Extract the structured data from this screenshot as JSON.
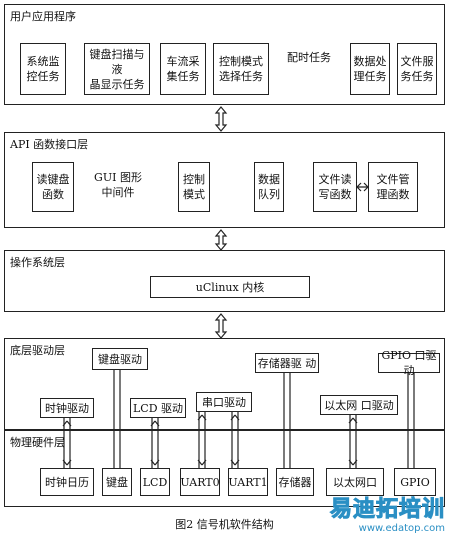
{
  "layers": {
    "user": "用户应用程序",
    "api": "API 函数接口层",
    "os": "操作系统层",
    "driver": "底层驱动层",
    "hardware": "物理硬件层"
  },
  "user_tasks": [
    "系统监\n控任务",
    "键盘扫描与液\n晶显示任务",
    "车流采\n集任务",
    "控制模式\n选择任务",
    "配时任务",
    "数据处\n理任务",
    "文件服\n务任务"
  ],
  "api_items": [
    "读键盘\n函数",
    "GUI 图形\n中间件",
    "控制\n模式",
    "数据\n队列",
    "文件读\n写函数",
    "文件管\n理函数"
  ],
  "os_kernel": "uClinux 内核",
  "drivers": {
    "keyboard": "键盘驱动",
    "clock": "时钟驱动",
    "lcd": "LCD 驱动",
    "serial": "串口驱动",
    "storage": "存储器驱 动",
    "ethernet": "以太网 口驱动",
    "gpio": "GPIO 口驱动"
  },
  "hardware_items": [
    "时钟日历",
    "键盘",
    "LCD",
    "UART0",
    "UART1",
    "存储器",
    "以太网口",
    "GPIO"
  ],
  "caption": "图2    信号机软件结构",
  "watermark": {
    "text": "易迪拓培训",
    "url": "www.edatop.com"
  }
}
